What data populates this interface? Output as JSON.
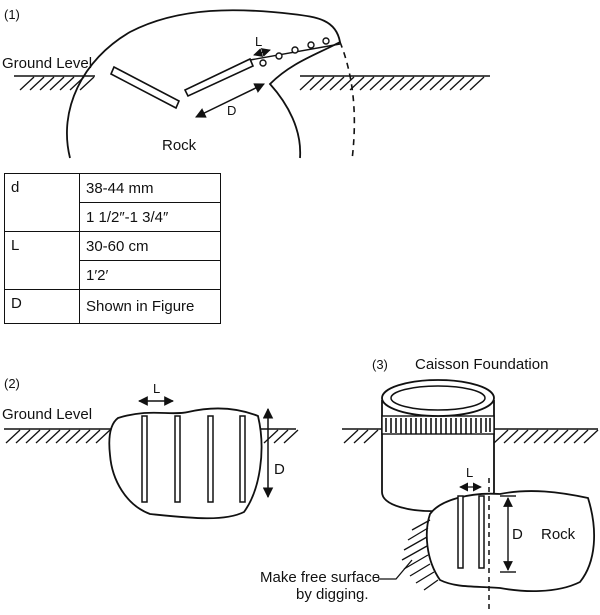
{
  "fig1": {
    "number": "(1)",
    "ground_level": "Ground Level",
    "rock": "Rock",
    "l_label": "L",
    "d_label": "D"
  },
  "spec_table": {
    "rows": [
      {
        "key": "d",
        "values": [
          "38-44 mm",
          "1 1/2″-1 3/4″"
        ]
      },
      {
        "key": "L",
        "values": [
          "30-60 cm",
          "1′2′"
        ]
      },
      {
        "key": "D",
        "values": [
          "Shown in Figure"
        ]
      }
    ]
  },
  "fig2": {
    "number": "(2)",
    "ground_level": "Ground Level",
    "l_label": "L",
    "d_label": "D"
  },
  "fig3": {
    "number": "(3)",
    "title": "Caisson Foundation",
    "l_label": "L",
    "d_label": "D",
    "rock": "Rock",
    "note_line1": "Make free surface",
    "note_line2": "by digging."
  }
}
